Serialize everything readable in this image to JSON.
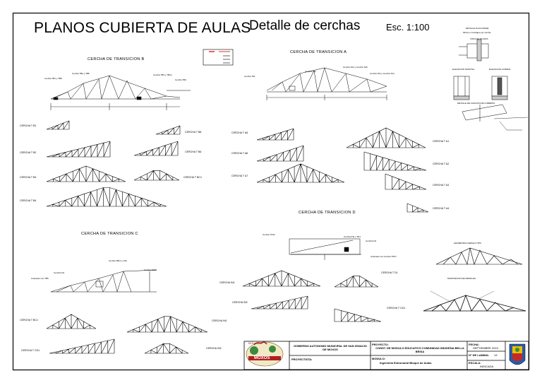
{
  "header": {
    "title": "PLANOS CUBIERTA DE AULAS",
    "subtitle": "Detalle de cerchas",
    "scale": "Esc. 1:100"
  },
  "sections": {
    "transicion_b": "CERCHA DE TRANSICION B",
    "transicion_a": "CERCHA DE TRANSICION A",
    "transicion_c": "CERCHA DE TRANSICION C",
    "transicion_d": "CERCHA DE TRANSICION D",
    "geometria": "GEOMETRIA CERCHA TIPO",
    "perfiles": "DISPOSICION DE PERFILES",
    "placa_title": "DETALLE PLACA BASE",
    "placa_sub": "Mínimo 4 Anclajes por cercha",
    "placa_vista": "VISTA EN PLANTA",
    "elev_frontal": "ELEVACION FRONTAL",
    "elev_lateral": "ELEVACION LATERAL",
    "fijacion": "DETALLE DE FIJACION DE CUBIERTA"
  },
  "callouts": {
    "b": [
      "Cercha TB1 y TB8",
      "Cercha TB2 y TB8",
      "Cercha TB3 y TBC1",
      "Cercha TB4"
    ],
    "a": [
      "Cercha TA1",
      "Cercha TA2",
      "Cercha TA3 y Cercha TA5",
      "Cercha TA4 y Cercha TA4"
    ],
    "c": [
      "Cercha IN1",
      "Cercha TBC1 y IN2",
      "Cercha TC01",
      "Colocado con TB6"
    ],
    "d": [
      "Cercha TC01",
      "Cercha IN2 y TD1",
      "Cercha IN1",
      "Colocado con Cercha TIPO"
    ]
  },
  "trusses": {
    "tb1": "CERCHA T B1",
    "tb2": "CERCHA T B2",
    "tb3": "CERCHA T B3",
    "tb4": "CERCHA T B4",
    "tb8": "CERCHA T B8",
    "tb6": "CERCHA T B6",
    "tbc1": "CERCHA T BC1",
    "ta5": "CERCHA T A5",
    "ta6": "CERCHA T A6",
    "ta7": "CERCHA T A7",
    "ta1": "CERCHA T A1",
    "ta2": "CERCHA T A2",
    "ta3": "CERCHA T A3",
    "ta4": "CERCHA T A4",
    "in1": "CERCHA IN1",
    "in2": "CERCHA IN2",
    "td1": "CERCHA T D1",
    "tcd1": "CERCHA T CD1",
    "tbc1b": "CERCHA T BC1",
    "tcd1b": "CERCHA T CD1",
    "in1b": "CERCHA IN1",
    "in2b": "CERCHA IN2"
  },
  "titleblock": {
    "logo_top": "Mi Escudo",
    "logo_text": "MOXOS",
    "owner": "GOBIERNO AUTONOMO MUNICIPAL DE SAN IGNACIO DE MOXOS",
    "project_label": "PROYECTO:",
    "project": "CONST. DE MODULO EDUCATIVO COMUNIDAD INDIGENA BELLA BRISA",
    "projectist_label": "PROYECTISTA:",
    "module_label": "MODULO:",
    "module": "Ingenieria Estructural Bloque de Aulas",
    "date_label": "FECHA:",
    "date": "SEPTIEMBRE 2024",
    "sheet_label": "N° DE LAMINA:",
    "sheet": "13",
    "scale_label": "ESCALA:",
    "scale": "INDICADA"
  }
}
